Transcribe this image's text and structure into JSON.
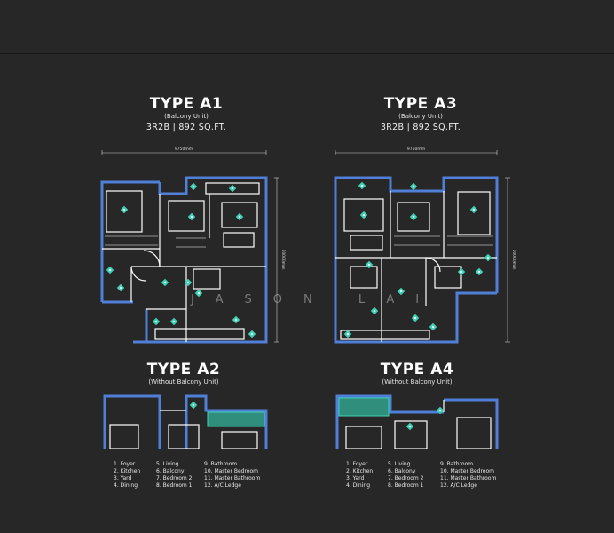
{
  "plans": [
    {
      "id": "a1",
      "title": "TYPE A1",
      "subtitle": "(Balcony Unit)",
      "spec": "3R2B | 892 SQ.FT.",
      "width_dim": "9750mm",
      "height_dim": "10000mm"
    },
    {
      "id": "a3",
      "title": "TYPE A3",
      "subtitle": "(Balcony Unit)",
      "spec": "3R2B | 892 SQ.FT.",
      "width_dim": "9750mm",
      "height_dim": "10000mm"
    },
    {
      "id": "a2",
      "title": "TYPE A2",
      "subtitle": "(Without Balcony Unit)"
    },
    {
      "id": "a4",
      "title": "TYPE A4",
      "subtitle": "(Without Balcony Unit)"
    }
  ],
  "watermark": "JASON LAI",
  "legend": [
    [
      "1. Foyer",
      "2. Kitchen",
      "3. Yard",
      "4. Dining"
    ],
    [
      "5. Living",
      "6. Balcony",
      "7. Bedroom 2",
      "8. Bedroom 1"
    ],
    [
      "9. Bathroom",
      "10. Master Bedroom",
      "11. Master Bathroom",
      "12. A/C Ledge"
    ]
  ],
  "colors": {
    "background": "#272727",
    "wall": "#4f7fd6",
    "marker": "#3fd1b4",
    "line": "#ffffff"
  }
}
